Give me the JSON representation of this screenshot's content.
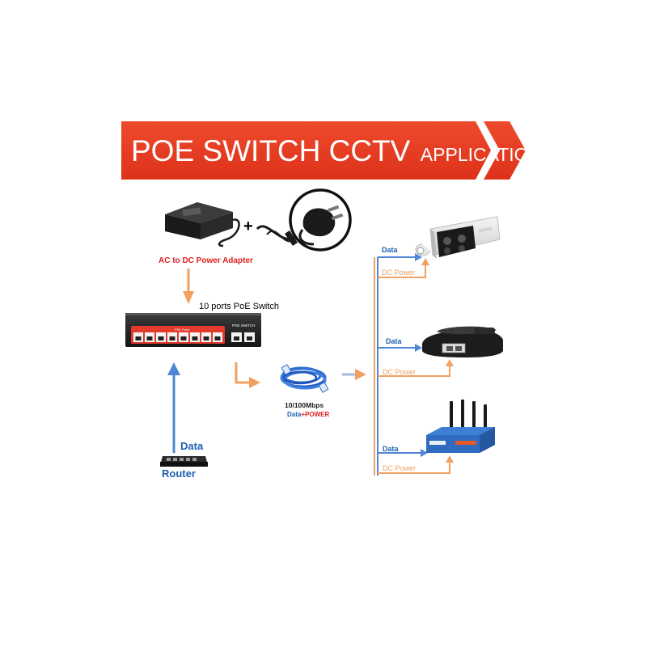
{
  "banner": {
    "title_main": "POE SWITCH CCTV",
    "title_suffix": "APPLICATION"
  },
  "labels": {
    "adapter": "AC to DC Power Adapter",
    "plus": "+",
    "switch": "10 ports PoE Switch",
    "switch_panel": "PSE Ports",
    "switch_brand": "POE SWITCH",
    "cable_speed": "10/100Mbps",
    "cable_data": "Data",
    "cable_sep": "+",
    "cable_power": "POWER",
    "router_data": "Data",
    "router": "Router"
  },
  "branches": [
    {
      "device": "camera-icon",
      "data_label": "Data",
      "power_label": "DC Power"
    },
    {
      "device": "ip-phone-icon",
      "data_label": "Data",
      "power_label": "DC Power"
    },
    {
      "device": "wifi-access-point-icon",
      "data_label": "Data",
      "power_label": "DC Power"
    }
  ],
  "colors": {
    "banner_red": "#ea3a22",
    "data_blue": "#4f86d6",
    "power_orange": "#f0a060",
    "adapter_label_red": "#e02020",
    "router_label_blue": "#1e5fb0"
  }
}
